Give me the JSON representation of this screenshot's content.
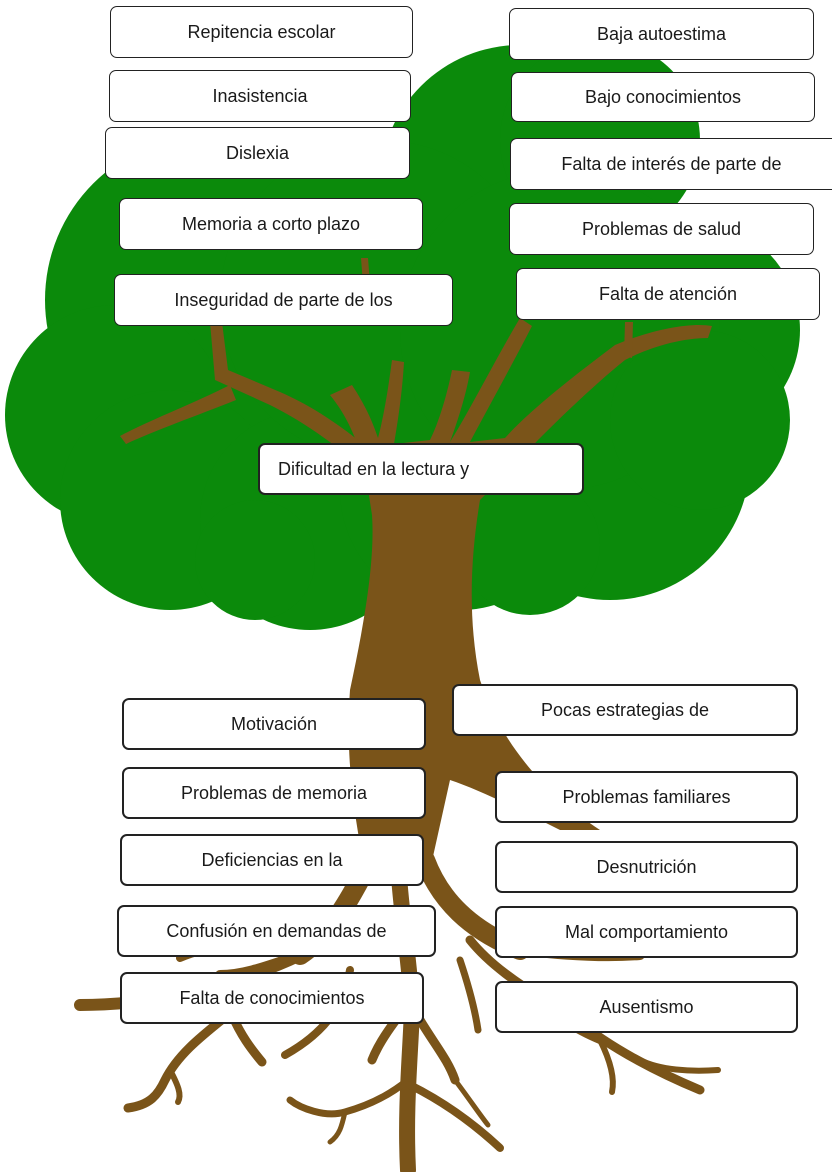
{
  "colors": {
    "canopy": "#0b8a0b",
    "trunk": "#7a5419",
    "box_border": "#222222",
    "box_fill": "#ffffff",
    "text": "#1a1a1a"
  },
  "problem": {
    "label": "Dificultad en la lectura y"
  },
  "effects": {
    "left": [
      "Repitencia escolar",
      "Inasistencia",
      "Dislexia",
      "Memoria a corto plazo",
      "Inseguridad de parte de los"
    ],
    "right": [
      "Baja autoestima",
      "Bajo conocimientos",
      "Falta de interés de parte de",
      "Problemas de salud",
      "Falta de atención"
    ]
  },
  "causes": {
    "left": [
      "Motivación",
      "Problemas de memoria",
      "Deficiencias en la",
      "Confusión en demandas de",
      "Falta de conocimientos"
    ],
    "right": [
      "Pocas estrategias de",
      "Problemas familiares",
      "Desnutrición",
      "Mal comportamiento",
      "Ausentismo"
    ]
  }
}
